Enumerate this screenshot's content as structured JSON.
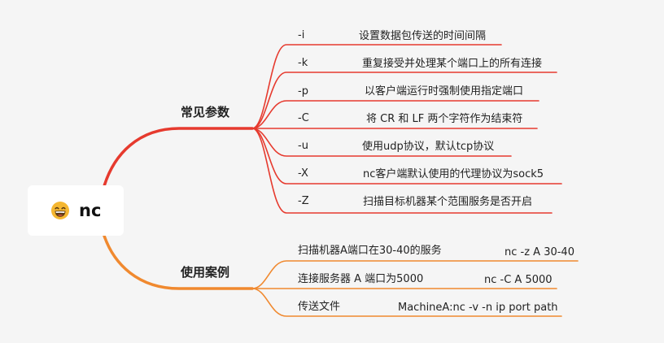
{
  "root": {
    "title": "nc",
    "icon": "grinning-face-emoji-icon"
  },
  "colors": {
    "params": "#e63a2e",
    "usage": "#f0892f",
    "text": "#222222"
  },
  "branches": [
    {
      "label": "常见参数",
      "children": [
        {
          "param": "-i",
          "desc": "设置数据包传送的时间间隔"
        },
        {
          "param": "-k",
          "desc": "重复接受并处理某个端口上的所有连接"
        },
        {
          "param": "-p",
          "desc": "以客户端运行时强制使用指定端口"
        },
        {
          "param": "-C",
          "desc": "将 CR 和 LF 两个字符作为结束符"
        },
        {
          "param": "-u",
          "desc": "使用udp协议，默认tcp协议"
        },
        {
          "param": "-X",
          "desc": "nc客户端默认使用的代理协议为sock5"
        },
        {
          "param": "-Z",
          "desc": "扫描目标机器某个范围服务是否开启"
        }
      ]
    },
    {
      "label": "使用案例",
      "children": [
        {
          "task": "扫描机器A端口在30-40的服务",
          "cmd": "nc -z A 30-40"
        },
        {
          "task": "连接服务器 A 端口为5000",
          "cmd": "nc -C A 5000"
        },
        {
          "task": "传送文件",
          "cmd": "MachineA:nc -v -n ip port path"
        }
      ]
    }
  ]
}
